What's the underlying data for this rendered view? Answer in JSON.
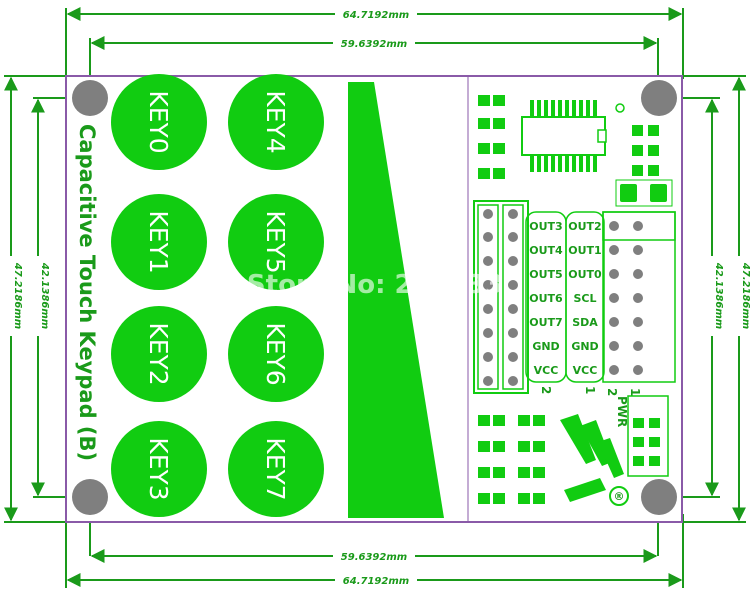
{
  "dimensions": {
    "outer_width": "64.7192mm",
    "inner_width": "59.6392mm",
    "outer_height": "47.2186mm",
    "inner_height": "42.1386mm"
  },
  "board": {
    "title": "Capacitive Touch Keypad (B)",
    "keys": [
      "KEY0",
      "KEY1",
      "KEY2",
      "KEY3",
      "KEY4",
      "KEY5",
      "KEY6",
      "KEY7"
    ],
    "left_header_labels": [
      "OUT3",
      "OUT4",
      "OUT5",
      "OUT6",
      "OUT7",
      "GND",
      "VCC"
    ],
    "right_header_labels": [
      "OUT2",
      "OUT1",
      "OUT0",
      "SCL",
      "SDA",
      "GND",
      "VCC"
    ],
    "left_header_pins": [
      "2",
      "1"
    ],
    "right_header_pins": [
      "2",
      "1"
    ],
    "pwr_label": "PWR",
    "registered_mark": "®"
  },
  "watermark": "Store No: 216233",
  "colors": {
    "board_green": "#11cc11",
    "dimension_green": "#1a9a1a",
    "outline_purple": "#8a5aa8",
    "hole_gray": "#7f7f7f"
  }
}
